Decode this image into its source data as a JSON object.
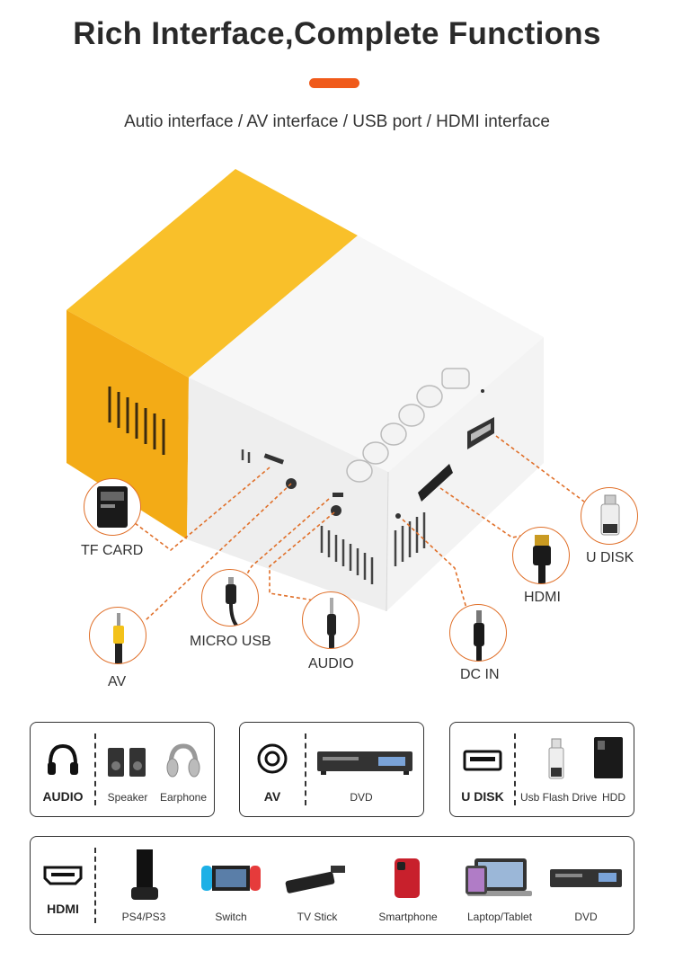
{
  "header": {
    "title": "Rich Interface,Complete Functions",
    "subtitle": "Autio interface / AV interface / USB port / HDMI interface"
  },
  "colors": {
    "accent": "#f05a1a",
    "projector_yellow": "#f7b81a",
    "projector_white": "#f6f6f6",
    "callout_line": "#e0702a"
  },
  "callouts": {
    "tf_card": "TF CARD",
    "av": "AV",
    "micro_usb": "MICRO USB",
    "audio": "AUDIO",
    "dc_in": "DC IN",
    "hdmi": "HDMI",
    "u_disk": "U DISK"
  },
  "panels": {
    "audio": {
      "port": "AUDIO",
      "items": [
        "Speaker",
        "Earphone"
      ]
    },
    "av": {
      "port": "AV",
      "items": [
        "DVD"
      ]
    },
    "udisk": {
      "port": "U DISK",
      "items": [
        "Usb Flash Drive",
        "HDD"
      ]
    },
    "hdmi": {
      "port": "HDMI",
      "items": [
        "PS4/PS3",
        "Switch",
        "TV Stick",
        "Smartphone",
        "Laptop/Tablet",
        "DVD"
      ]
    }
  },
  "icons": [
    "headphones-icon",
    "speaker-icon",
    "earphone-icon",
    "av-port-icon",
    "dvd-player-icon",
    "usb-port-icon",
    "usb-flash-drive-icon",
    "hdd-icon",
    "hdmi-port-icon",
    "console-icon",
    "switch-icon",
    "tv-stick-icon",
    "smartphone-icon",
    "laptop-tablet-icon"
  ]
}
